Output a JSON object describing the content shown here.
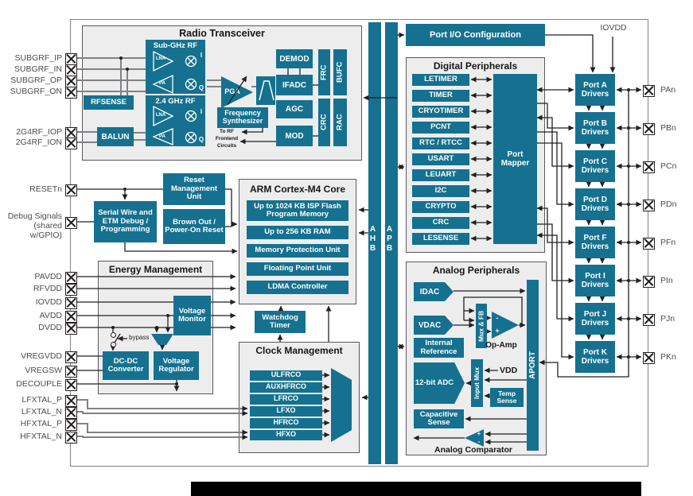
{
  "radio": {
    "title": "Radio Transceiver",
    "subghz": "Sub-GHz RF",
    "ghz24": "2.4 GHz RF",
    "lna": "LNA",
    "pa": "PA",
    "i": "I",
    "q": "Q",
    "rfsense": "RFSENSE",
    "balun": "BALUN",
    "pga": "PGA",
    "freq_synth": "Frequency Synthesizer",
    "to_rf": "To RF Frontend Circuits",
    "demod": "DEMOD",
    "ifadc": "IFADC",
    "agc": "AGC",
    "mod": "MOD",
    "frc": "FRC",
    "bufc": "BUFC",
    "crc": "CRC",
    "rac": "RAC"
  },
  "reset": {
    "rmu": "Reset Management Unit",
    "brownout": "Brown Out / Power-On Reset",
    "debug_block": "Serial Wire and ETM Debug / Programming"
  },
  "core": {
    "title": "ARM Cortex-M4 Core",
    "flash": "Up to 1024 KB ISP Flash Program Memory",
    "ram": "Up to 256 KB RAM",
    "mpu": "Memory Protection Unit",
    "fpu": "Floating Point Unit",
    "ldma": "LDMA Controller"
  },
  "energy": {
    "title": "Energy Management",
    "voltage_monitor": "Voltage Monitor",
    "dcdc": "DC-DC Converter",
    "vreg": "Voltage Regulator",
    "bypass": "bypass"
  },
  "watchdog": "Watchdog Timer",
  "clock": {
    "title": "Clock Management",
    "rows": [
      "ULFRCO",
      "AUXHFRCO",
      "LFRCO",
      "LFXO",
      "HFRCO",
      "HFXO"
    ]
  },
  "buses": {
    "ahb": "AHB",
    "apb": "APB"
  },
  "portio": "Port I/O Configuration",
  "iovdd_label": "IOVDD",
  "digital": {
    "title": "Digital Peripherals",
    "rows": [
      "LETIMER",
      "TIMER",
      "CRYOTIMER",
      "PCNT",
      "RTC / RTCC",
      "USART",
      "LEUART",
      "I2C",
      "CRYPTO",
      "CRC",
      "LESENSE"
    ],
    "port_mapper": "Port Mapper"
  },
  "analog": {
    "title": "Analog Peripherals",
    "idac": "IDAC",
    "vdac": "VDAC",
    "mux_fb": "Mux & FB",
    "opamp": "Op-Amp",
    "internal_ref": "Internal Reference",
    "adc": "12-bit ADC",
    "input_mux": "Input Mux",
    "vdd": "VDD",
    "temp": "Temp Sense",
    "capsense": "Capacitive Sense",
    "comparator": "Analog Comparator",
    "aport": "APORT",
    "plus": "+",
    "minus": "-"
  },
  "ports": [
    {
      "label": "Port A Drivers",
      "pin": "PAn"
    },
    {
      "label": "Port B Drivers",
      "pin": "PBn"
    },
    {
      "label": "Port C Drivers",
      "pin": "PCn"
    },
    {
      "label": "Port D Drivers",
      "pin": "PDn"
    },
    {
      "label": "Port F Drivers",
      "pin": "PFn"
    },
    {
      "label": "Port I Drivers",
      "pin": "PIn"
    },
    {
      "label": "Port J Drivers",
      "pin": "PJn"
    },
    {
      "label": "Port K Drivers",
      "pin": "PKn"
    }
  ],
  "pins_left": [
    "SUBGRF_IP",
    "SUBGRF_IN",
    "SUBGRF_OP",
    "SUBGRF_ON",
    "2G4RF_IOP",
    "2G4RF_ION",
    "RESETn",
    "Debug Signals (shared w/GPIO)",
    "PAVDD",
    "RFVDD",
    "IOVDD",
    "AVDD",
    "DVDD",
    "VREGVDD",
    "VREGSW",
    "DECOUPLE",
    "LFXTAL_P",
    "LFXTAL_N",
    "HFXTAL_P",
    "HFXTAL_N"
  ],
  "colors": {
    "accent_teal": "#15718f",
    "box_bg": "#ededee",
    "box_border": "#58595b",
    "line": "#231f20"
  }
}
